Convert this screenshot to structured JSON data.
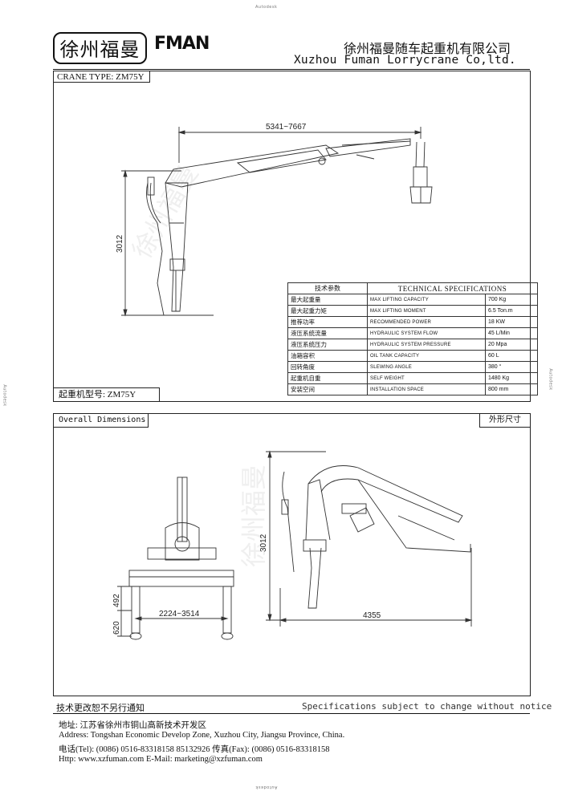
{
  "autodesk": "Autodesk",
  "header": {
    "logo_cn": "徐州福曼",
    "logo_en": "FMAN",
    "company_cn": "徐州福曼随车起重机有限公司",
    "company_en": "Xuzhou Fuman Lorrycrane Co,ltd."
  },
  "top_panel": {
    "crane_type": "CRANE TYPE: ZM75Y",
    "model_label": "起重机型号: ZM75Y",
    "dim_reach": "5341~7667",
    "dim_height": "3012"
  },
  "specs": {
    "header_cn": "技术参数",
    "header_en": "TECHNICAL SPECIFICATIONS",
    "rows": [
      {
        "cn": "最大起重量",
        "en": "MAX LIFTING CAPACITY",
        "val": "700 Kg"
      },
      {
        "cn": "最大起重力矩",
        "en": "MAX LIFTING MOMENT",
        "val": "6.5 Ton.m"
      },
      {
        "cn": "推荐功率",
        "en": "RECOMMENDED POWER",
        "val": "18 KW"
      },
      {
        "cn": "液压系统流量",
        "en": "HYDRAULIC SYSTEM FLOW",
        "val": "45 L/Min"
      },
      {
        "cn": "液压系统压力",
        "en": "HYDRAULIC SYSTEM PRESSURE",
        "val": "20 Mpa"
      },
      {
        "cn": "油箱容积",
        "en": "OIL TANK CAPACITY",
        "val": "60 L"
      },
      {
        "cn": "回转角度",
        "en": "SLEWING ANGLE",
        "val": "380 °"
      },
      {
        "cn": "起重机自重",
        "en": "SELF WEIGHT",
        "val": "1480 Kg"
      },
      {
        "cn": "安装空间",
        "en": "INSTALLATION SPACE",
        "val": "800 mm"
      }
    ]
  },
  "bottom_panel": {
    "title_en": "Overall Dimensions",
    "title_cn": "外形尺寸",
    "dim_width": "2224~3514",
    "dim_492": "492",
    "dim_620": "620",
    "dim_height": "3012",
    "dim_length": "4355"
  },
  "notice": {
    "cn": "技术更改恕不另行通知",
    "en": "Specifications subject to change without notice"
  },
  "footer": {
    "address_cn": "地址: 江苏省徐州市铜山高新技术开发区",
    "address_en": "Address: Tongshan Economic Develop Zone, Xuzhou City, Jiangsu Province, China.",
    "tel": "电话(Tel): (0086) 0516-83318158  85132926  传真(Fax): (0086) 0516-83318158",
    "web": "Http: www.xzfuman.com    E-Mail: marketing@xzfuman.com"
  }
}
